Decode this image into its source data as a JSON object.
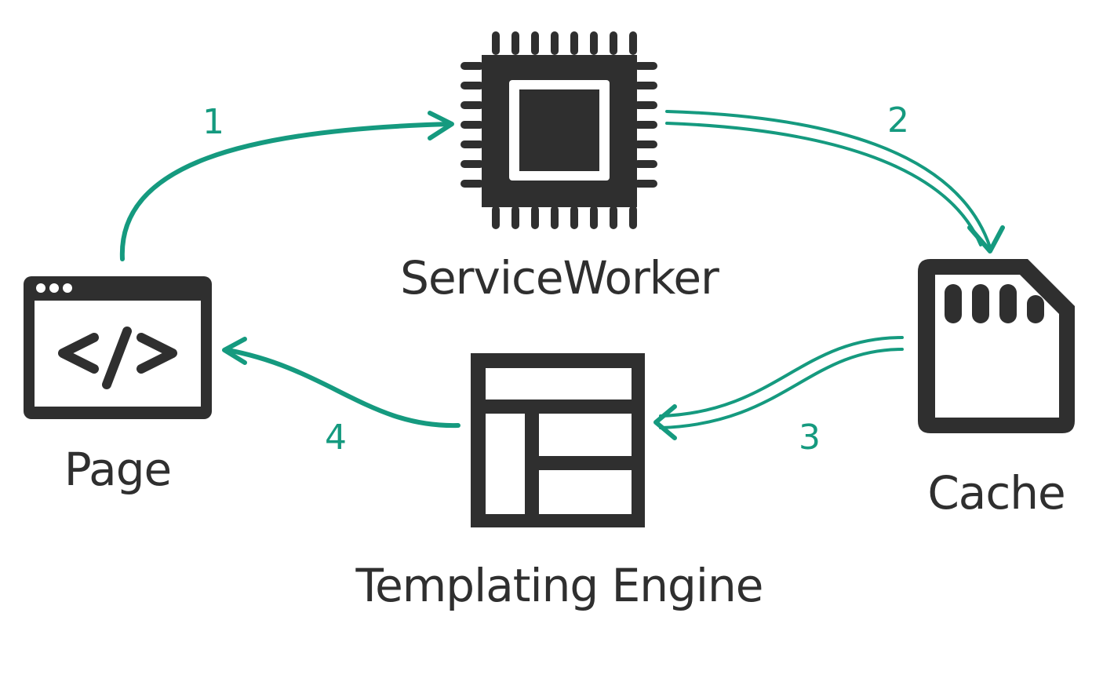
{
  "nodes": {
    "page": {
      "label": "Page",
      "icon": "browser-code-icon"
    },
    "service_worker": {
      "label": "ServiceWorker",
      "icon": "chip-icon"
    },
    "cache": {
      "label": "Cache",
      "icon": "sd-card-icon"
    },
    "templating_engine": {
      "label": "Templating Engine",
      "icon": "layout-template-icon"
    }
  },
  "steps": {
    "step1": "1",
    "step2": "2",
    "step3": "3",
    "step4": "4"
  },
  "colors": {
    "icon": "#2f2f2f",
    "arrow": "#159a7f",
    "background": "#ffffff"
  }
}
